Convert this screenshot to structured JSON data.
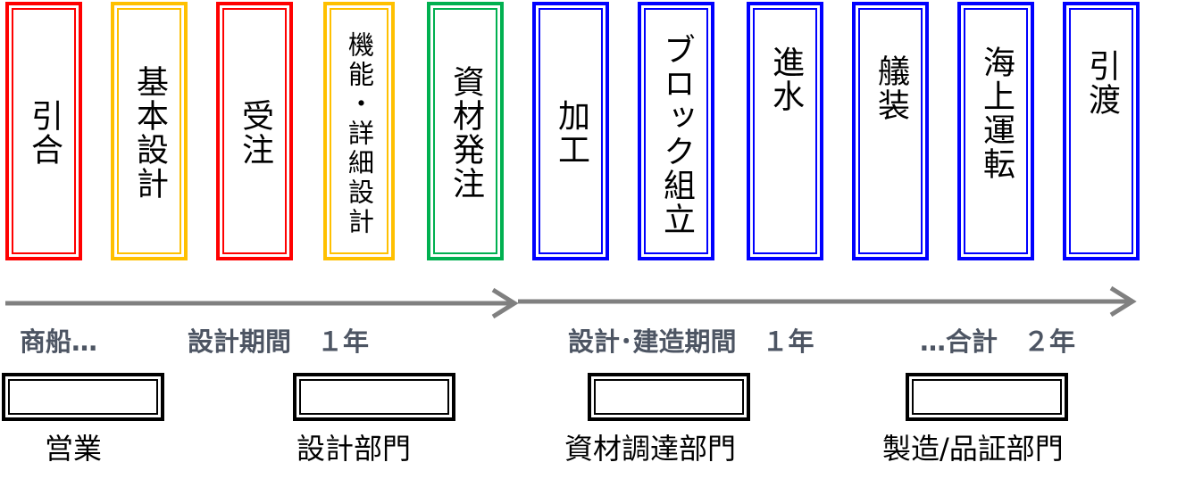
{
  "process_steps": [
    {
      "label": "引合",
      "color": "#ff0000"
    },
    {
      "label": "基本設計",
      "color": "#ffc000"
    },
    {
      "label": "受注",
      "color": "#ff0000"
    },
    {
      "label": "機能・詳細設計",
      "color": "#ffc000"
    },
    {
      "label": "資材発注",
      "color": "#00b050"
    },
    {
      "label": "加工",
      "color": "#0000ff"
    },
    {
      "label": "ブロック組立",
      "color": "#0000ff"
    },
    {
      "label": "進水",
      "color": "#0000ff"
    },
    {
      "label": "艤装",
      "color": "#0000ff"
    },
    {
      "label": "海上運転",
      "color": "#0000ff"
    },
    {
      "label": "引渡",
      "color": "#0000ff"
    }
  ],
  "timeline": {
    "arrow_color": "#808080",
    "label_1": "商船…",
    "label_2": "設計期間　１年",
    "label_3": "設計･建造期間　１年",
    "label_4": "…合計　２年"
  },
  "legend": [
    {
      "label": "営業",
      "color": "#ff0000"
    },
    {
      "label": "設計部門",
      "color": "#ffc000"
    },
    {
      "label": "資材調達部門",
      "color": "#00b050"
    },
    {
      "label": "製造/品証部門",
      "color": "#0000ff"
    }
  ]
}
